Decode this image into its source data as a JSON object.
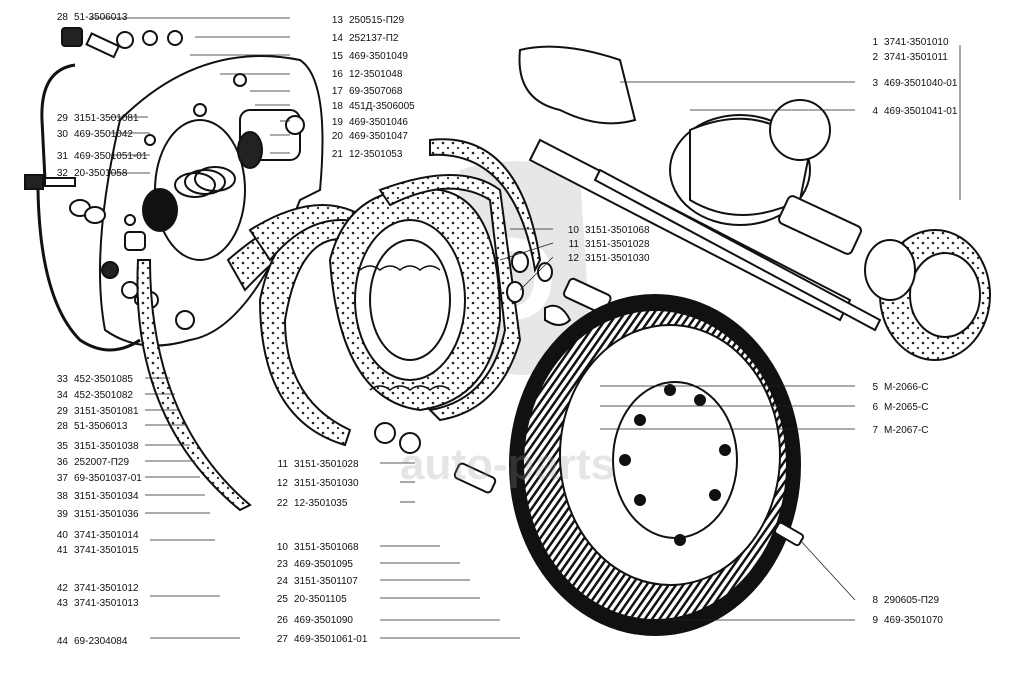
{
  "diagram": {
    "watermark": "auto-parts",
    "labels_left": [
      {
        "num": "28",
        "code": "51-3506013"
      },
      {
        "num": "29",
        "code": "3151-3501081"
      },
      {
        "num": "30",
        "code": "469-3501042"
      },
      {
        "num": "31",
        "code": "469-3501051-01"
      },
      {
        "num": "32",
        "code": "20-3501058"
      },
      {
        "num": "33",
        "code": "452-3501085"
      },
      {
        "num": "34",
        "code": "452-3501082"
      },
      {
        "num": "29",
        "code": "3151-3501081"
      },
      {
        "num": "28",
        "code": "51-3506013"
      },
      {
        "num": "35",
        "code": "3151-3501038"
      },
      {
        "num": "36",
        "code": "252007-П29"
      },
      {
        "num": "37",
        "code": "69-3501037-01"
      },
      {
        "num": "38",
        "code": "3151-3501034"
      },
      {
        "num": "39",
        "code": "3151-3501036"
      },
      {
        "num": "40",
        "code": "3741-3501014"
      },
      {
        "num": "41",
        "code": "3741-3501015"
      },
      {
        "num": "42",
        "code": "3741-3501012"
      },
      {
        "num": "43",
        "code": "3741-3501013"
      },
      {
        "num": "44",
        "code": "69-2304084"
      }
    ],
    "labels_topmid": [
      {
        "num": "13",
        "code": "250515-П29"
      },
      {
        "num": "14",
        "code": "252137-П2"
      },
      {
        "num": "15",
        "code": "469-3501049"
      },
      {
        "num": "16",
        "code": "12-3501048"
      },
      {
        "num": "17",
        "code": "69-3507068"
      },
      {
        "num": "18",
        "code": "451Д-3506005"
      },
      {
        "num": "19",
        "code": "469-3501046"
      },
      {
        "num": "20",
        "code": "469-3501047"
      },
      {
        "num": "21",
        "code": "12-3501053"
      }
    ],
    "labels_center": [
      {
        "num": "10",
        "code": "3151-3501068"
      },
      {
        "num": "11",
        "code": "3151-3501028"
      },
      {
        "num": "12",
        "code": "3151-3501030"
      }
    ],
    "labels_bottommid": [
      {
        "num": "11",
        "code": "3151-3501028"
      },
      {
        "num": "12",
        "code": "3151-3501030"
      },
      {
        "num": "22",
        "code": "12-3501035"
      },
      {
        "num": "10",
        "code": "3151-3501068"
      },
      {
        "num": "23",
        "code": "469-3501095"
      },
      {
        "num": "24",
        "code": "3151-3501107"
      },
      {
        "num": "25",
        "code": "20-3501105"
      },
      {
        "num": "26",
        "code": "469-3501090"
      },
      {
        "num": "27",
        "code": "469-3501061-01"
      }
    ],
    "labels_right": [
      {
        "num": "1",
        "code": "3741-3501010"
      },
      {
        "num": "2",
        "code": "3741-3501011"
      },
      {
        "num": "3",
        "code": "469-3501040-01"
      },
      {
        "num": "4",
        "code": "469-3501041-01"
      },
      {
        "num": "5",
        "code": "М-2066-С"
      },
      {
        "num": "6",
        "code": "М-2065-С"
      },
      {
        "num": "7",
        "code": "М-2067-С"
      },
      {
        "num": "8",
        "code": "290605-П29"
      },
      {
        "num": "9",
        "code": "469-3501070"
      }
    ]
  }
}
